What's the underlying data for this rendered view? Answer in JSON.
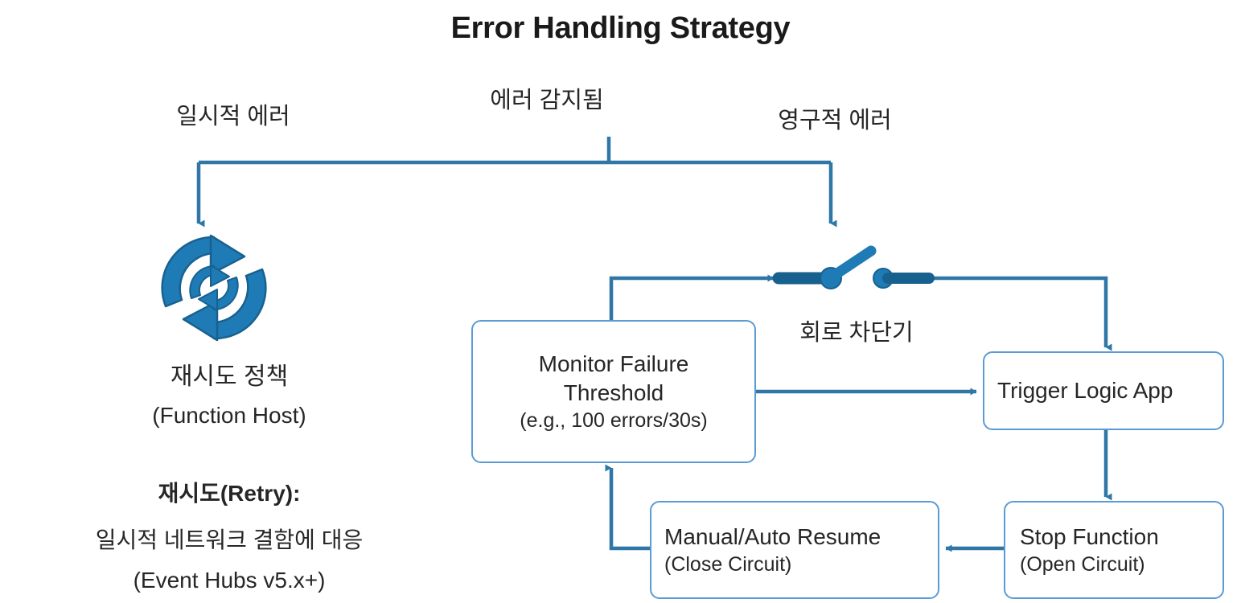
{
  "title": "Error Handling Strategy",
  "colors": {
    "connector": "#2E77A6",
    "box_border": "#5B9BD5",
    "icon_blue": "#1F7BB6",
    "icon_blue_dark": "#18618F",
    "text": "#262626",
    "background": "#FFFFFF"
  },
  "labels": {
    "detected": "에러 감지됨",
    "transient": "일시적 에러",
    "permanent": "영구적 에러",
    "circuit_breaker": "회로 차단기"
  },
  "left_branch": {
    "icon": "retry-refresh-icon",
    "policy_title": "재시도 정책",
    "policy_subtitle": "(Function Host)",
    "heading": "재시도(Retry):",
    "description": "일시적 네트워크 결함에 대응",
    "note": "(Event Hubs v5.x+)"
  },
  "right_branch": {
    "breaker_icon": "circuit-breaker-switch-icon",
    "boxes": [
      {
        "id": "monitor",
        "line1": "Monitor Failure",
        "line2": "Threshold",
        "line3": "(e.g., 100 errors/30s)"
      },
      {
        "id": "trigger",
        "line1": "Trigger Logic App"
      },
      {
        "id": "stop",
        "line1": "Stop Function",
        "line2": "(Open Circuit)"
      },
      {
        "id": "resume",
        "line1": "Manual/Auto Resume",
        "line2": "(Close Circuit)"
      }
    ]
  },
  "chart_data": {
    "type": "flowchart",
    "title": "Error Handling Strategy",
    "nodes": [
      {
        "id": "error-detected",
        "label": "에러 감지됨",
        "kind": "label"
      },
      {
        "id": "transient-branch",
        "label": "일시적 에러",
        "kind": "branch-label"
      },
      {
        "id": "permanent-branch",
        "label": "영구적 에러",
        "kind": "branch-label"
      },
      {
        "id": "retry-icon",
        "label": "재시도 정책 (Function Host)",
        "kind": "icon"
      },
      {
        "id": "circuit-breaker",
        "label": "회로 차단기",
        "kind": "icon"
      },
      {
        "id": "monitor",
        "label": "Monitor Failure Threshold (e.g., 100 errors/30s)",
        "kind": "process"
      },
      {
        "id": "trigger",
        "label": "Trigger Logic App",
        "kind": "process"
      },
      {
        "id": "stop",
        "label": "Stop Function (Open Circuit)",
        "kind": "process"
      },
      {
        "id": "resume",
        "label": "Manual/Auto Resume (Close Circuit)",
        "kind": "process"
      }
    ],
    "edges": [
      {
        "from": "error-detected",
        "to": "retry-icon",
        "label": "일시적 에러"
      },
      {
        "from": "error-detected",
        "to": "circuit-breaker",
        "label": "영구적 에러"
      },
      {
        "from": "monitor",
        "to": "circuit-breaker",
        "label": ""
      },
      {
        "from": "circuit-breaker",
        "to": "trigger",
        "label": ""
      },
      {
        "from": "monitor",
        "to": "trigger",
        "label": ""
      },
      {
        "from": "trigger",
        "to": "stop",
        "label": ""
      },
      {
        "from": "stop",
        "to": "resume",
        "label": ""
      },
      {
        "from": "resume",
        "to": "monitor",
        "label": ""
      }
    ]
  }
}
